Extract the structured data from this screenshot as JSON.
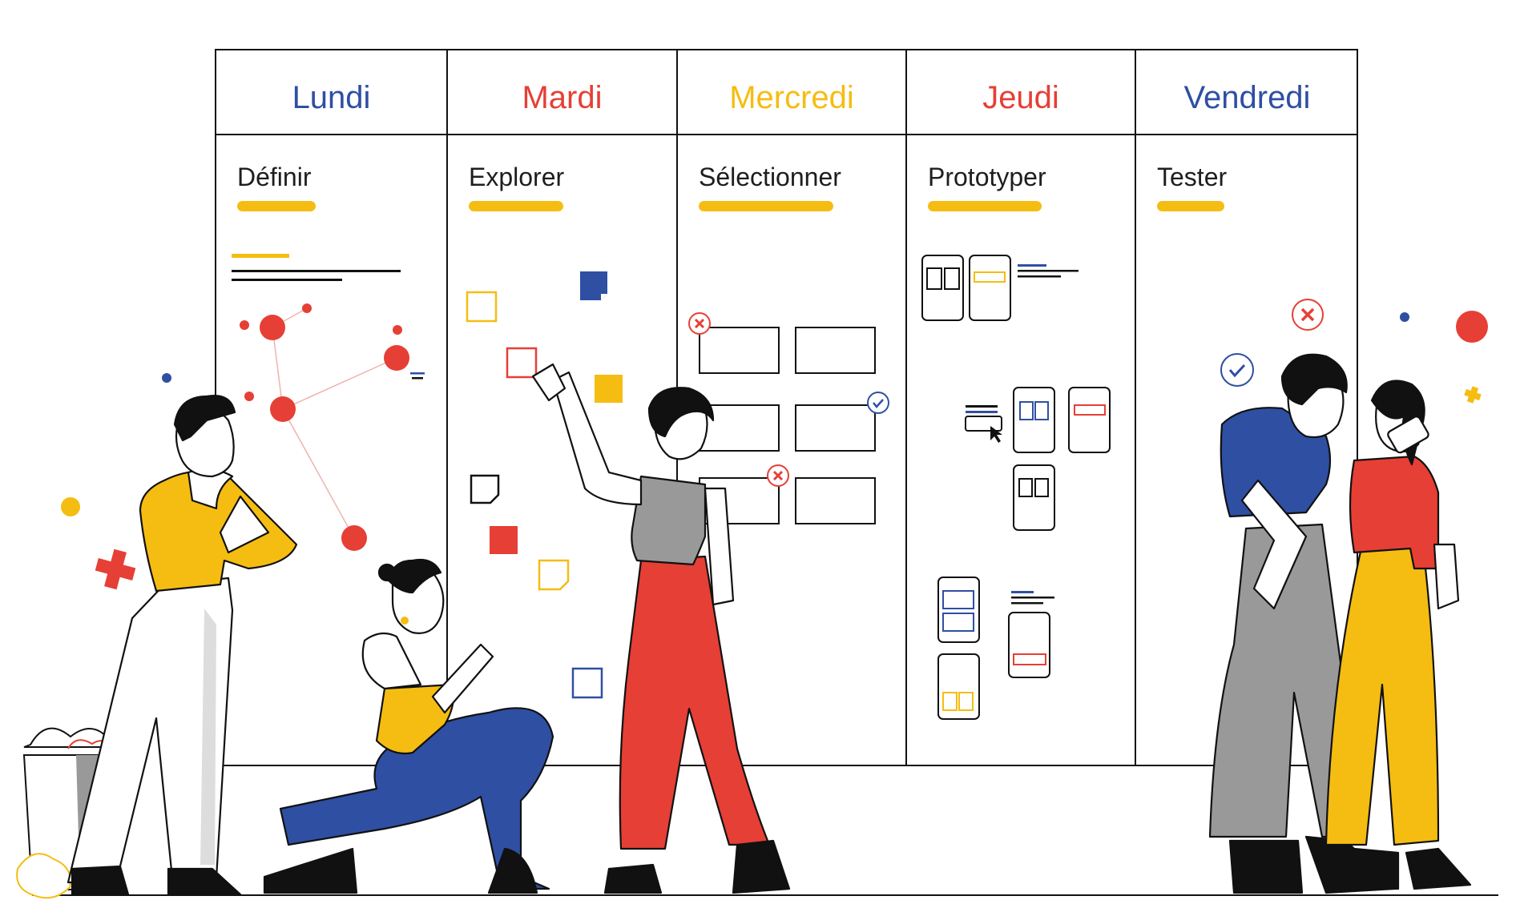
{
  "colors": {
    "blue": "#2f4fa3",
    "red": "#e63f35",
    "yellow": "#f5bd12",
    "gray": "#999999",
    "ink": "#111111"
  },
  "board": {
    "columns": [
      {
        "day": "Lundi",
        "phase": "Définir",
        "day_color": "#2f4fa3"
      },
      {
        "day": "Mardi",
        "phase": "Explorer",
        "day_color": "#e63f35"
      },
      {
        "day": "Mercredi",
        "phase": "Sélectionner",
        "day_color": "#f5bd12"
      },
      {
        "day": "Jeudi",
        "phase": "Prototyper",
        "day_color": "#e63f35"
      },
      {
        "day": "Vendredi",
        "phase": "Tester",
        "day_color": "#2f4fa3"
      }
    ]
  },
  "icons": [
    "check-icon",
    "close-icon",
    "cursor-icon",
    "sticky-note-icon",
    "plus-icon"
  ]
}
